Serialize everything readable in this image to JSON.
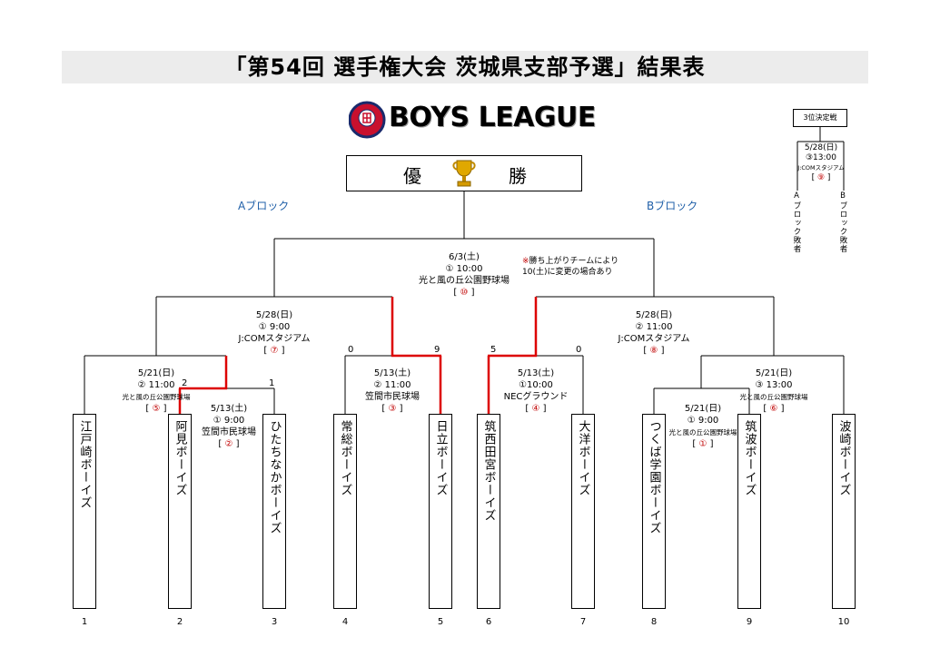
{
  "title": "「第54回 選手権大会 茨城県支部予選」結果表",
  "logo_text": "BOYS LEAGUE",
  "champion": {
    "char1": "優",
    "char2": "勝"
  },
  "blocks": {
    "a": "Aブロック",
    "b": "Bブロック"
  },
  "note": {
    "mark": "※",
    "line1": "勝ち上がりチームにより",
    "line2": "10(土)に変更の場合あり"
  },
  "teams": [
    {
      "number": "1",
      "name": "江戸崎ボーイズ"
    },
    {
      "number": "2",
      "name": "阿見ボーイズ"
    },
    {
      "number": "3",
      "name": "ひたちなかボーイズ"
    },
    {
      "number": "4",
      "name": "常総ボーイズ"
    },
    {
      "number": "5",
      "name": "日立ボーイズ"
    },
    {
      "number": "6",
      "name": "筑西田宮ボーイズ"
    },
    {
      "number": "7",
      "name": "大洋ボーイズ"
    },
    {
      "number": "8",
      "name": "つくば学園ボーイズ"
    },
    {
      "number": "9",
      "name": "筑波ボーイズ"
    },
    {
      "number": "10",
      "name": "波崎ボーイズ"
    }
  ],
  "games": {
    "g1": {
      "date": "5/21(日)",
      "time": "① 9:00",
      "venue": "光と風の丘公園野球場",
      "id": "①"
    },
    "g2": {
      "date": "5/13(土)",
      "time": "① 9:00",
      "venue": "笠間市民球場",
      "id": "②"
    },
    "g3": {
      "date": "5/13(土)",
      "time": "② 11:00",
      "venue": "笠間市民球場",
      "id": "③"
    },
    "g4": {
      "date": "5/13(土)",
      "time": "①10:00",
      "venue": "NECグラウンド",
      "id": "④"
    },
    "g5": {
      "date": "5/21(日)",
      "time": "② 11:00",
      "venue": "光と風の丘公園野球場",
      "id": "⑤"
    },
    "g6": {
      "date": "5/21(日)",
      "time": "③ 13:00",
      "venue": "光と風の丘公園野球場",
      "id": "⑥"
    },
    "g7": {
      "date": "5/28(日)",
      "time": "① 9:00",
      "venue": "J:COMスタジアム",
      "id": "⑦"
    },
    "g8": {
      "date": "5/28(日)",
      "time": "② 11:00",
      "venue": "J:COMスタジアム",
      "id": "⑧"
    },
    "g9": {
      "date": "5/28(日)",
      "time": "③13:00",
      "venue": "J:COMスタジアム",
      "id": "⑨"
    },
    "g10": {
      "date": "6/3(土)",
      "time": "① 10:00",
      "venue": "光と風の丘公園野球場",
      "id": "⑩"
    }
  },
  "scores": {
    "g2_team2": "2",
    "g2_team3": "1",
    "g3_team4": "0",
    "g3_team5": "9",
    "g4_team6": "5",
    "g4_team7": "0"
  },
  "third_place": {
    "heading": "3位決定戦",
    "loser_a": "Aブロック敗者",
    "loser_b": "Bブロック敗者"
  },
  "colors": {
    "winner_line": "#dd0000",
    "block_label": "#1f5fa8",
    "game_id": "#c00000"
  }
}
